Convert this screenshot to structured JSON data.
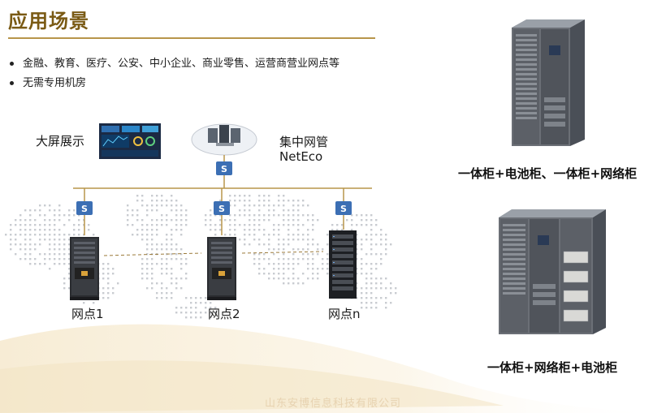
{
  "title": "应用场景",
  "bullets": [
    "金融、教育、医疗、公安、中小企业、商业零售、运营商营业网点等",
    "无需专用机房"
  ],
  "diagram": {
    "screen_label": "大屏展示",
    "nms_label": "集中网管",
    "nms_name": "NetEco",
    "sites": [
      "网点1",
      "网点2",
      "网点n"
    ],
    "switch_icon_glyph": "S"
  },
  "products": {
    "option1": "一体柜+电池柜、一体柜+网络柜",
    "option2": "一体柜+网络柜+电池柜"
  },
  "watermark": "山东安博信息科技有限公司",
  "colors": {
    "title": "#7a5a14",
    "accent_line": "#b8954a",
    "cabinet_body": "#6b6f76",
    "switch_blue": "#3c6fb4"
  }
}
